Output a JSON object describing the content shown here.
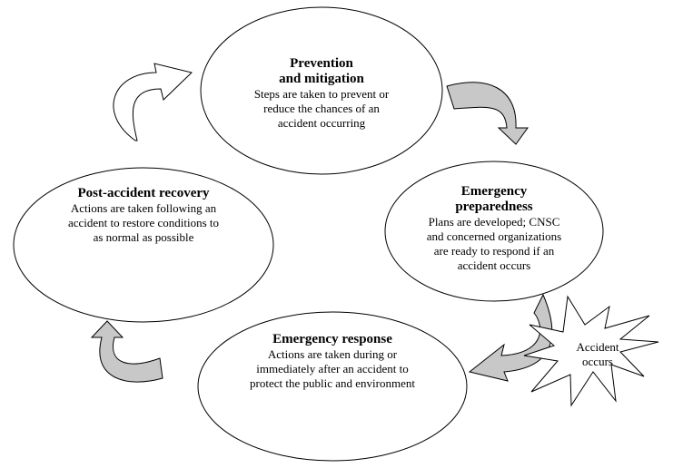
{
  "stages": {
    "prevention": {
      "title": "Prevention\nand mitigation",
      "description": "Steps are taken to prevent or\nreduce the chances of an\naccident occurring"
    },
    "preparedness": {
      "title": "Emergency\npreparedness",
      "description": "Plans are developed; CNSC\nand concerned organizations\nare ready to respond if an\naccident occurs"
    },
    "response": {
      "title": "Emergency response",
      "description": "Actions are taken during or\nimmediately after an accident to\nprotect the public and environment"
    },
    "recovery": {
      "title": "Post-accident recovery",
      "description": "Actions are taken following an\naccident to restore conditions to\nas normal as possible"
    }
  },
  "burst": {
    "label": "Accident\noccurs"
  },
  "colors": {
    "arrow_fill": "#c8c8c8",
    "stroke": "#000000",
    "background": "#ffffff"
  }
}
